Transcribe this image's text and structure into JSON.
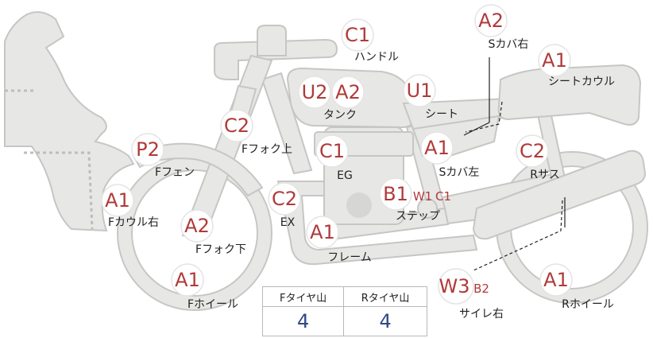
{
  "parts": {
    "handle": {
      "grade": "C1",
      "label": "ハンドル"
    },
    "seat_cover_r": {
      "grade": "A2",
      "label": "Sカバ右"
    },
    "seat_cowl": {
      "grade": "A1",
      "label": "シートカウル"
    },
    "tank": {
      "grades": [
        "U2",
        "A2"
      ],
      "label": "タンク"
    },
    "seat": {
      "grade": "U1",
      "label": "シート"
    },
    "fork_upper": {
      "grade": "C2",
      "label": "Fフォク上"
    },
    "front_fender": {
      "grade": "P2",
      "label": "Fフェン"
    },
    "engine": {
      "grade": "C1",
      "label": "EG"
    },
    "seat_cover_l": {
      "grade": "A1",
      "label": "Sカバ左"
    },
    "rear_susp": {
      "grade": "C2",
      "label": "Rサス"
    },
    "front_cowl_r": {
      "grade": "A1",
      "label": "Fカウル右"
    },
    "exhaust": {
      "grade": "C2",
      "label": "EX"
    },
    "step": {
      "grades": [
        "B1",
        "W1",
        "C1"
      ],
      "label": "ステップ"
    },
    "fork_lower": {
      "grade": "A2",
      "label": "Fフォク下"
    },
    "frame": {
      "grade": "A1",
      "label": "フレーム"
    },
    "silencer_r": {
      "grades": [
        "W3",
        "B2"
      ],
      "label": "サイレ右"
    },
    "front_wheel": {
      "grade": "A1",
      "label": "Fホイール"
    },
    "rear_wheel": {
      "grade": "A1",
      "label": "Rホイール"
    }
  },
  "tread": {
    "front_header": "Fタイヤ山",
    "rear_header": "Rタイヤ山",
    "front_value": "4",
    "rear_value": "4"
  },
  "colors": {
    "part_fill": "#e7e7e5",
    "grade_red": "#b03a3a",
    "tread_blue": "#2e4a86"
  }
}
